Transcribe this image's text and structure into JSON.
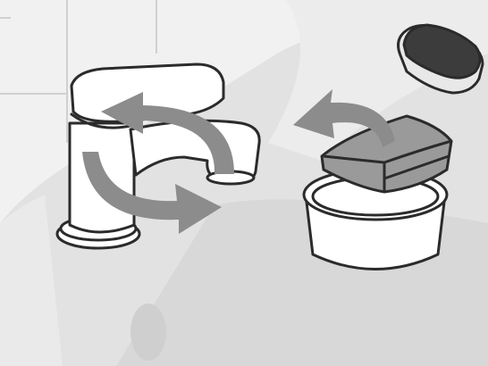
{
  "illustration": {
    "subject": "faucet-cleaning-instructions",
    "elements": [
      "wall-tiles",
      "basin-surface",
      "faucet",
      "rotation-arrows",
      "bowl",
      "folded-cloth",
      "sponge",
      "drain"
    ]
  },
  "colors": {
    "outline": "#2b2b2b",
    "arrow": "#8c8c8c",
    "wall": "#f1f1f1",
    "basin": "#e2e2e2",
    "basin_light": "#efefef",
    "cloth": "#9a9a9a",
    "sponge_dark": "#3c3c3c",
    "sponge_light": "#e8e8e8",
    "drain": "#cfcfcf",
    "white": "#ffffff"
  }
}
